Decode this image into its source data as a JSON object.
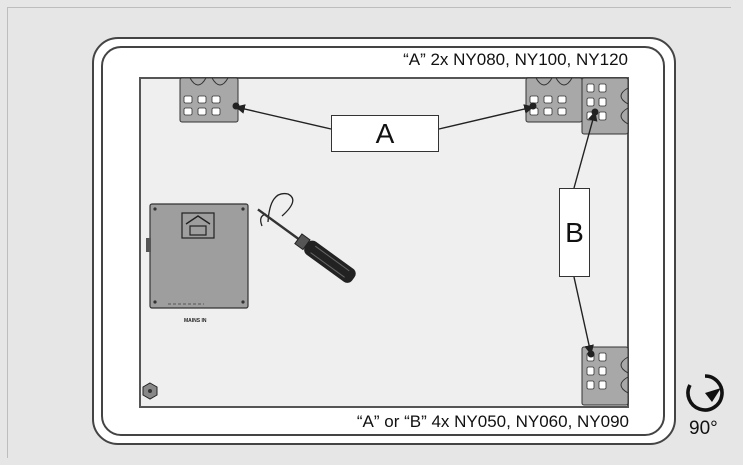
{
  "captions": {
    "top": "“A” 2x  NY080,  NY100, NY120",
    "bottom": "“A” or “B”  4x NY050,  NY060, NY090"
  },
  "labels": {
    "a": "A",
    "b": "B"
  },
  "device": {
    "mains_label": "MAINS IN"
  },
  "rotation": {
    "label": "90°",
    "icon": "rotate-clockwise-icon"
  },
  "colors": {
    "background": "#e6e6e6",
    "panel": "#ffffff",
    "plate": "#efefef",
    "device": "#9e9e9e",
    "bracket": "#a8a8a8",
    "line": "#222222"
  }
}
